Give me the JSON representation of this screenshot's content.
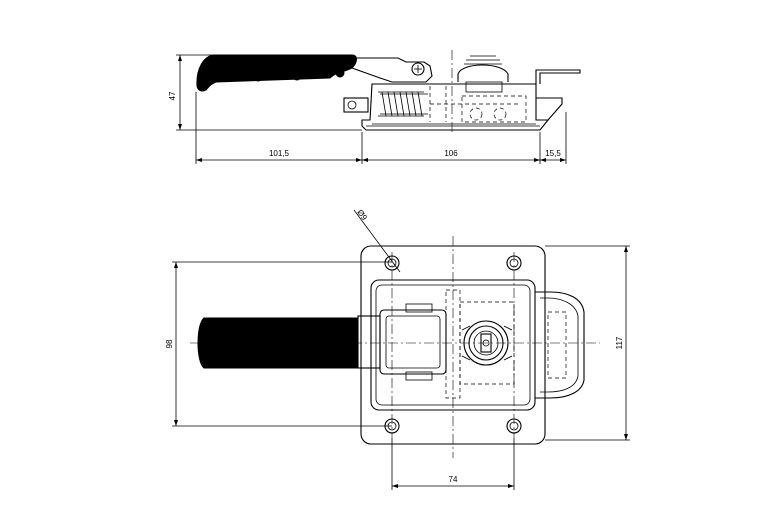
{
  "top_view": {
    "dim_height": "47",
    "dim_handle_length": "101,5",
    "dim_body_length": "106",
    "dim_tab_length": "15,5"
  },
  "front_view": {
    "dim_hole_diameter": "Ø9",
    "dim_body_height": "98",
    "dim_overall_height": "117",
    "dim_hole_spacing": "74"
  }
}
